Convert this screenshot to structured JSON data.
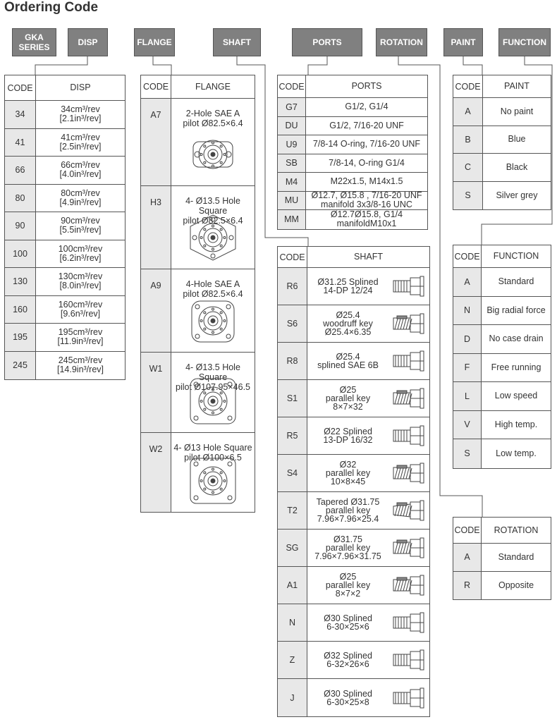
{
  "title": "Ordering Code",
  "headers": {
    "series": "GKA\nSERIES",
    "disp": "DISP",
    "flange": "FLANGE",
    "shaft": "SHAFT",
    "ports": "PORTS",
    "rotation": "ROTATION",
    "paint": "PAINT",
    "function": "FUNCTION"
  },
  "disp_table": {
    "code_header": "CODE",
    "value_header": "DISP",
    "rows": [
      {
        "code": "34",
        "value": "34cm³/rev\n[2.1in³/rev]"
      },
      {
        "code": "41",
        "value": "41cm³/rev\n[2.5in³/rev]"
      },
      {
        "code": "66",
        "value": "66cm³/rev\n[4.0in³/rev]"
      },
      {
        "code": "80",
        "value": "80cm³/rev\n[4.9in³/rev]"
      },
      {
        "code": "90",
        "value": "90cm³/rev\n[5.5in³/rev]"
      },
      {
        "code": "100",
        "value": "100cm³/rev\n[6.2in³/rev]"
      },
      {
        "code": "130",
        "value": "130cm³/rev\n[8.0in³/rev]"
      },
      {
        "code": "160",
        "value": "160cm³/rev\n[9.6n³/rev]"
      },
      {
        "code": "195",
        "value": "195cm³/rev\n[11.9in³/rev]"
      },
      {
        "code": "245",
        "value": "245cm³/rev\n[14.9in³/rev]"
      }
    ]
  },
  "flange_table": {
    "code_header": "CODE",
    "value_header": "FLANGE",
    "rows": [
      {
        "code": "A7",
        "value": "2-Hole SAE A\npilot Ø82.5×6.4",
        "icon": "2-hole-flange-icon"
      },
      {
        "code": "H3",
        "value": "4- Ø13.5 Hole Square\npilot Ø82.5×6.4",
        "icon": "square-4-hole-flange-icon"
      },
      {
        "code": "A9",
        "value": "4-Hole SAE A\npilot Ø82.5×6.4",
        "icon": "4-hole-flange-icon"
      },
      {
        "code": "W1",
        "value": "4- Ø13.5 Hole Square\npilot Ø107.95×46.5",
        "icon": "square-flange-large-icon"
      },
      {
        "code": "W2",
        "value": "4- Ø13 Hole Square\npilot Ø100×6.5",
        "icon": "square-flange-icon"
      }
    ]
  },
  "ports_table": {
    "code_header": "CODE",
    "value_header": "PORTS",
    "rows": [
      {
        "code": "G7",
        "value": "G1/2, G1/4"
      },
      {
        "code": "DU",
        "value": "G1/2, 7/16-20 UNF"
      },
      {
        "code": "U9",
        "value": "7/8-14 O-ring, 7/16-20 UNF"
      },
      {
        "code": "SB",
        "value": "7/8-14, O-ring G1/4"
      },
      {
        "code": "M4",
        "value": "M22x1.5, M14x1.5"
      },
      {
        "code": "MU",
        "value": "Ø12.7, Ø15.8 , 7/16-20 UNF\nmanifold 3x3/8-16 UNC"
      },
      {
        "code": "MM",
        "value": "Ø12.7Ø15.8, G1/4\nmanifoldM10x1"
      }
    ]
  },
  "shaft_table": {
    "code_header": "CODE",
    "value_header": "SHAFT",
    "rows": [
      {
        "code": "R6",
        "value": "Ø31.25 Splined\n14-DP 12/24",
        "icon": "splined-shaft-icon"
      },
      {
        "code": "S6",
        "value": "Ø25.4\nwoodruff key\nØ25.4×6.35",
        "icon": "keyed-shaft-icon"
      },
      {
        "code": "R8",
        "value": "Ø25.4\nsplined SAE 6B",
        "icon": "splined-shaft-icon"
      },
      {
        "code": "S1",
        "value": "Ø25\nparallel key\n8×7×32",
        "icon": "keyed-shaft-icon"
      },
      {
        "code": "R5",
        "value": "Ø22 Splined\n13-DP 16/32",
        "icon": "splined-shaft-icon"
      },
      {
        "code": "S4",
        "value": "Ø32\nparallel key\n10×8×45",
        "icon": "keyed-shaft-icon"
      },
      {
        "code": "T2",
        "value": "Tapered Ø31.75\nparallel key\n7.96×7.96×25.4",
        "icon": "tapered-shaft-icon"
      },
      {
        "code": "SG",
        "value": "Ø31.75\nparallel key\n7.96×7.96×31.75",
        "icon": "keyed-shaft-icon"
      },
      {
        "code": "A1",
        "value": "Ø25\nparallel key\n8×7×2",
        "icon": "keyed-shaft-icon"
      },
      {
        "code": "N",
        "value": "Ø30 Splined\n6-30×25×6",
        "icon": "splined-shaft-icon"
      },
      {
        "code": "Z",
        "value": "Ø32 Splined\n6-32×26×6",
        "icon": "splined-shaft-icon"
      },
      {
        "code": "J",
        "value": "Ø30 Splined\n6-30×25×8",
        "icon": "splined-shaft-icon"
      }
    ]
  },
  "paint_table": {
    "code_header": "CODE",
    "value_header": "PAINT",
    "rows": [
      {
        "code": "A",
        "value": "No paint"
      },
      {
        "code": "B",
        "value": "Blue"
      },
      {
        "code": "C",
        "value": "Black"
      },
      {
        "code": "S",
        "value": "Silver grey"
      }
    ]
  },
  "function_table": {
    "code_header": "CODE",
    "value_header": "FUNCTION",
    "rows": [
      {
        "code": "A",
        "value": "Standard"
      },
      {
        "code": "N",
        "value": "Big radial force"
      },
      {
        "code": "D",
        "value": "No case drain"
      },
      {
        "code": "F",
        "value": "Free running"
      },
      {
        "code": "L",
        "value": "Low speed"
      },
      {
        "code": "V",
        "value": "High temp."
      },
      {
        "code": "S",
        "value": "Low temp."
      }
    ]
  },
  "rotation_table": {
    "code_header": "CODE",
    "value_header": "ROTATION",
    "rows": [
      {
        "code": "A",
        "value": "Standard"
      },
      {
        "code": "R",
        "value": "Opposite"
      }
    ]
  },
  "colors": {
    "header_bg": "#808080",
    "code_cell_bg": "#e8e8e8",
    "border": "#555555",
    "text": "#333333"
  }
}
